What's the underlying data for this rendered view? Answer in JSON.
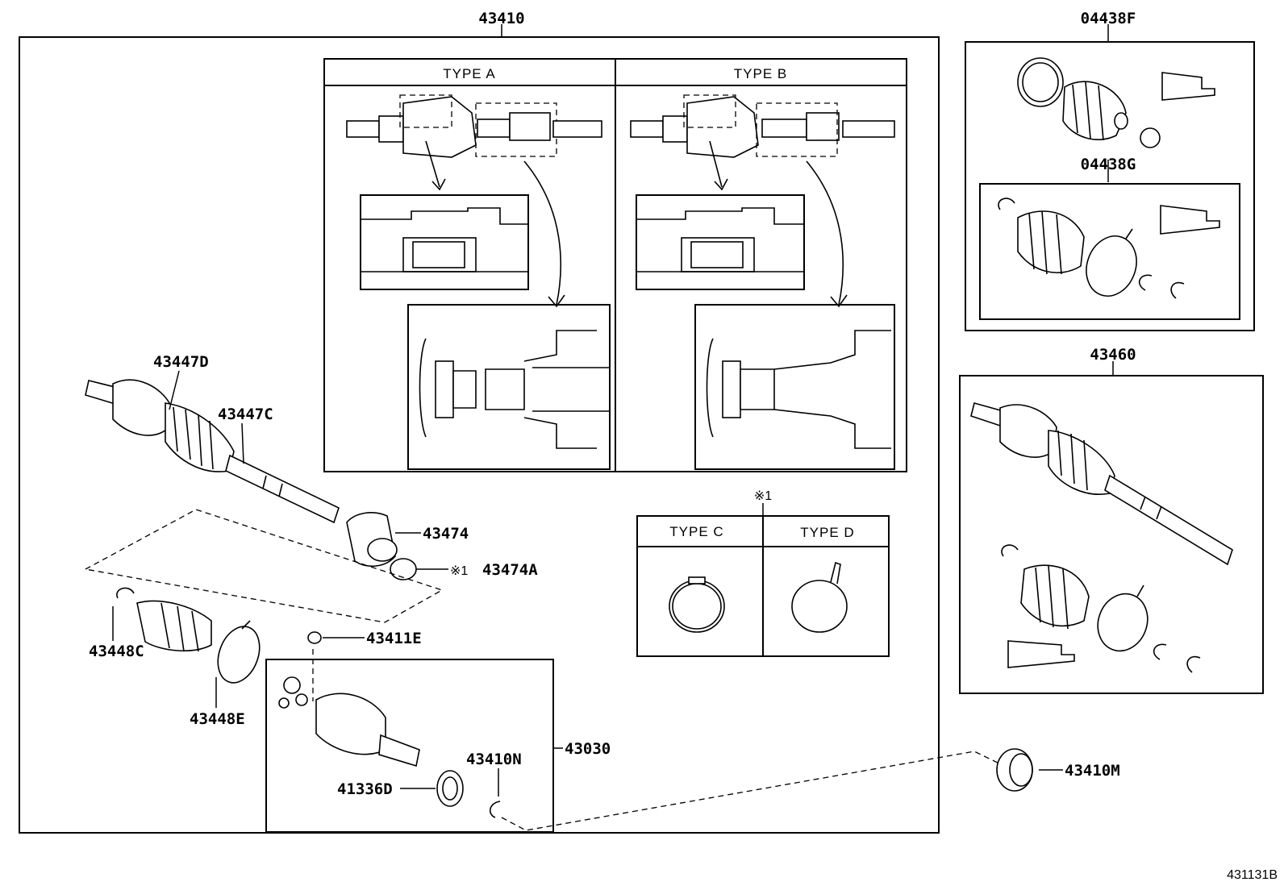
{
  "labels": {
    "main_assembly": "43410",
    "boot_kit_f": "04438F",
    "boot_kit_g": "04438G",
    "shaft_assembly_right": "43460",
    "outer_joint": "43447D",
    "shaft": "43447C",
    "damper": "43474",
    "damper_clamp_marker": "※1",
    "damper_clamp": "43474A",
    "boot_clamp_small": "43448C",
    "boot_clamp_large": "43448E",
    "snap_ring": "43411E",
    "inner_joint": "43030",
    "oil_seal": "41336D",
    "hole_snap_ring": "43410N",
    "bearing": "43410M",
    "note_marker": "※1",
    "figure_code": "431131B"
  },
  "types": {
    "a": "TYPE A",
    "b": "TYPE B",
    "c": "TYPE C",
    "d": "TYPE D"
  }
}
